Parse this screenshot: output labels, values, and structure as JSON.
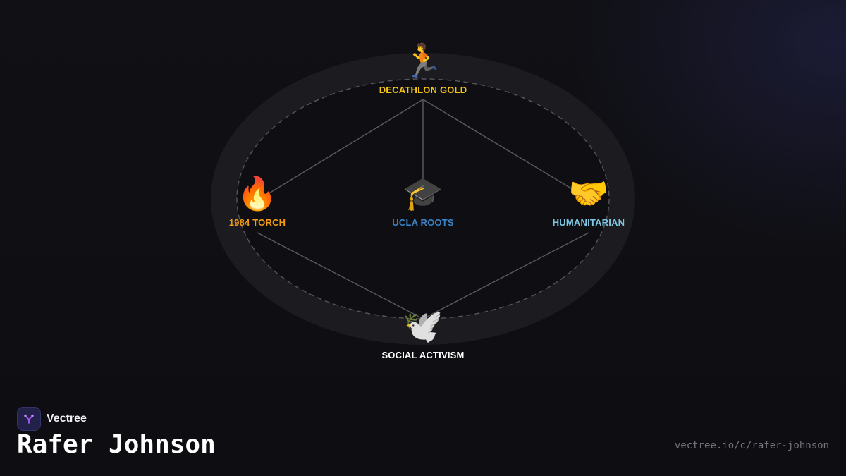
{
  "page": {
    "background": "#0f0f13"
  },
  "brand": {
    "name": "Vectree",
    "logo_icon": "branch-icon",
    "logo_color": "#a855f7"
  },
  "title": "Rafer Johnson",
  "url": "vectree.io/c/rafer-johnson",
  "diagram": {
    "nodes": [
      {
        "id": "decathlon",
        "label": "DECATHLON GOLD",
        "icon": "🏃",
        "icon_name": "runner-icon",
        "color": "#f5c518"
      },
      {
        "id": "torch",
        "label": "1984 TORCH",
        "icon": "🔥",
        "icon_name": "fire-icon",
        "color": "#f39c12"
      },
      {
        "id": "ucla",
        "label": "UCLA ROOTS",
        "icon": "🎓",
        "icon_name": "graduation-cap-icon",
        "color": "#3b82c4"
      },
      {
        "id": "humanitarian",
        "label": "HUMANITARIAN",
        "icon": "🤝",
        "icon_name": "handshake-icon",
        "color": "#7ec8e3"
      },
      {
        "id": "activism",
        "label": "SOCIAL ACTIVISM",
        "icon": "🕊️",
        "icon_name": "dove-icon",
        "color": "#ffffff"
      }
    ],
    "edges": [
      {
        "from": "decathlon",
        "to": "torch"
      },
      {
        "from": "decathlon",
        "to": "ucla"
      },
      {
        "from": "decathlon",
        "to": "humanitarian"
      },
      {
        "from": "torch",
        "to": "activism"
      },
      {
        "from": "humanitarian",
        "to": "activism"
      }
    ],
    "edge_color": "#5a5a62",
    "ring_color": "#1c1c20",
    "dashed_ring_color": "#55555c"
  }
}
